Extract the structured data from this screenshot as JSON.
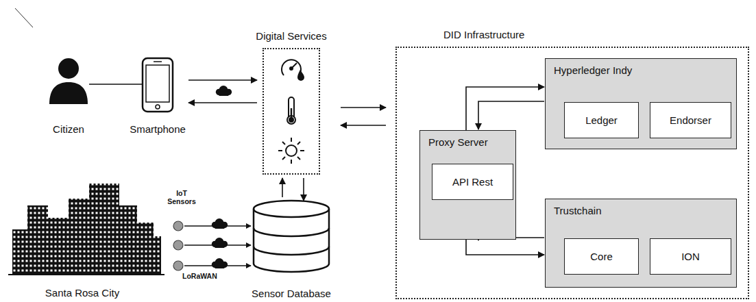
{
  "diagram": {
    "nodes": [
      {
        "text": [
          "Citizen"
        ]
      },
      {
        "text": [
          "Smartphone"
        ]
      },
      {
        "text": [
          "Digital Services"
        ]
      },
      {
        "text": [
          "Sensor Database"
        ]
      },
      {
        "text": [
          "DID Infrastructure"
        ]
      },
      {
        "text": [
          "Hyperledger Indy"
        ],
        "in": 4
      },
      {
        "text": [
          "Ledger"
        ],
        "in": 5
      },
      {
        "text": [
          "Endorser"
        ],
        "in": 5
      },
      {
        "text": [
          "Proxy Server"
        ],
        "in": 4
      },
      {
        "text": [
          "API Rest"
        ],
        "in": 8
      },
      {
        "text": [
          "Trustchain"
        ],
        "in": 4
      },
      {
        "text": [
          "Core"
        ],
        "in": 10
      },
      {
        "text": [
          "ION"
        ],
        "in": 10
      }
    ],
    "edges": [
      {
        "from": 0,
        "to": 1,
        "arrow": "none"
      },
      {
        "from": 1,
        "to": 2,
        "arrow": "to"
      },
      {
        "from": 2,
        "to": 1,
        "arrow": "to"
      },
      {
        "from": 2,
        "to": 4,
        "arrow": "to"
      },
      {
        "from": 4,
        "to": 2,
        "arrow": "to"
      },
      {
        "from": 3,
        "to": 2,
        "arrow": "to"
      },
      {
        "from": 2,
        "to": 3,
        "arrow": "to"
      },
      {
        "from": 8,
        "to": 5,
        "arrow": "to"
      },
      {
        "from": 5,
        "to": 8,
        "arrow": "to"
      },
      {
        "from": 8,
        "to": 10,
        "arrow": "to"
      },
      {
        "from": 10,
        "to": 8,
        "arrow": "to"
      }
    ],
    "labels": [
      "IoT Sensors",
      "LoRaWAN",
      "Santa Rosa City"
    ]
  }
}
